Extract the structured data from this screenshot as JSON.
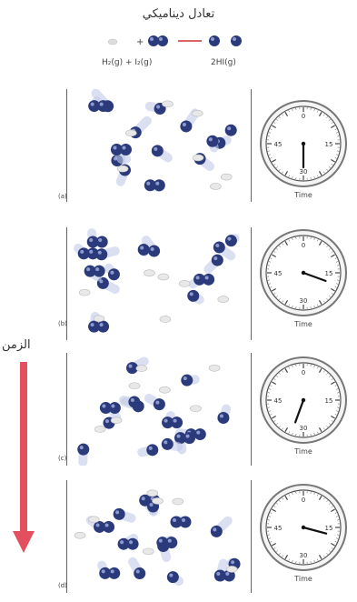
{
  "title": "تعادل ديناميكي",
  "equation": {
    "left_label": "H₂(g) + I₂(g)",
    "right_label": "2HI(g)"
  },
  "time_axis_label": "الزمن",
  "clock_label": "Time",
  "clock_numbers": [
    "0",
    "15",
    "30",
    "45"
  ],
  "panel_labels": [
    "(a)",
    "(b)",
    "(c)",
    "(d)"
  ],
  "colors": {
    "molecule": "#2b3a7a",
    "arrow": "#e2505f",
    "blur": "#8d9ad0"
  }
}
